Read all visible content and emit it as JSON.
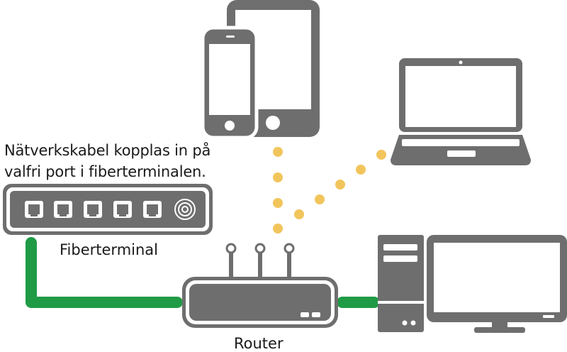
{
  "labels": {
    "instruction_line1": "Nätverkskabel kopplas in på",
    "instruction_line2": "valfri port i fiberterminalen.",
    "fiberterminal": "Fiberterminal",
    "router": "Router"
  },
  "colors": {
    "device": "#6e6e6e",
    "screen": "#ffffff",
    "cable": "#1f9b45",
    "wireless_dots": "#f2c55c",
    "text": "#1a1a1a"
  },
  "icons": [
    "tablet-icon",
    "smartphone-icon",
    "laptop-icon",
    "fiber-terminal-icon",
    "router-icon",
    "desktop-tower-icon",
    "monitor-icon"
  ]
}
